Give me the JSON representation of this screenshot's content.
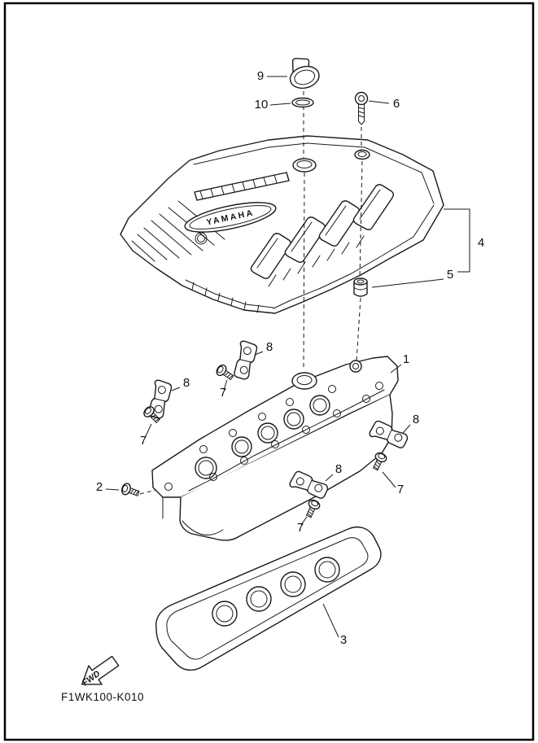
{
  "colors": {
    "ink": "#1a1a1a",
    "paper": "#ffffff"
  },
  "diagram": {
    "code": "F1WK100-K010",
    "fwd_label": "FWD",
    "brand": "YAMAHA",
    "callouts": {
      "c1": "1",
      "c2": "2",
      "c3": "3",
      "c4": "4",
      "c5": "5",
      "c6": "6",
      "c7a": "7",
      "c7b": "7",
      "c7c": "7",
      "c7d": "7",
      "c8a": "8",
      "c8b": "8",
      "c8c": "8",
      "c8d": "8",
      "c9": "9",
      "c10": "10"
    }
  }
}
